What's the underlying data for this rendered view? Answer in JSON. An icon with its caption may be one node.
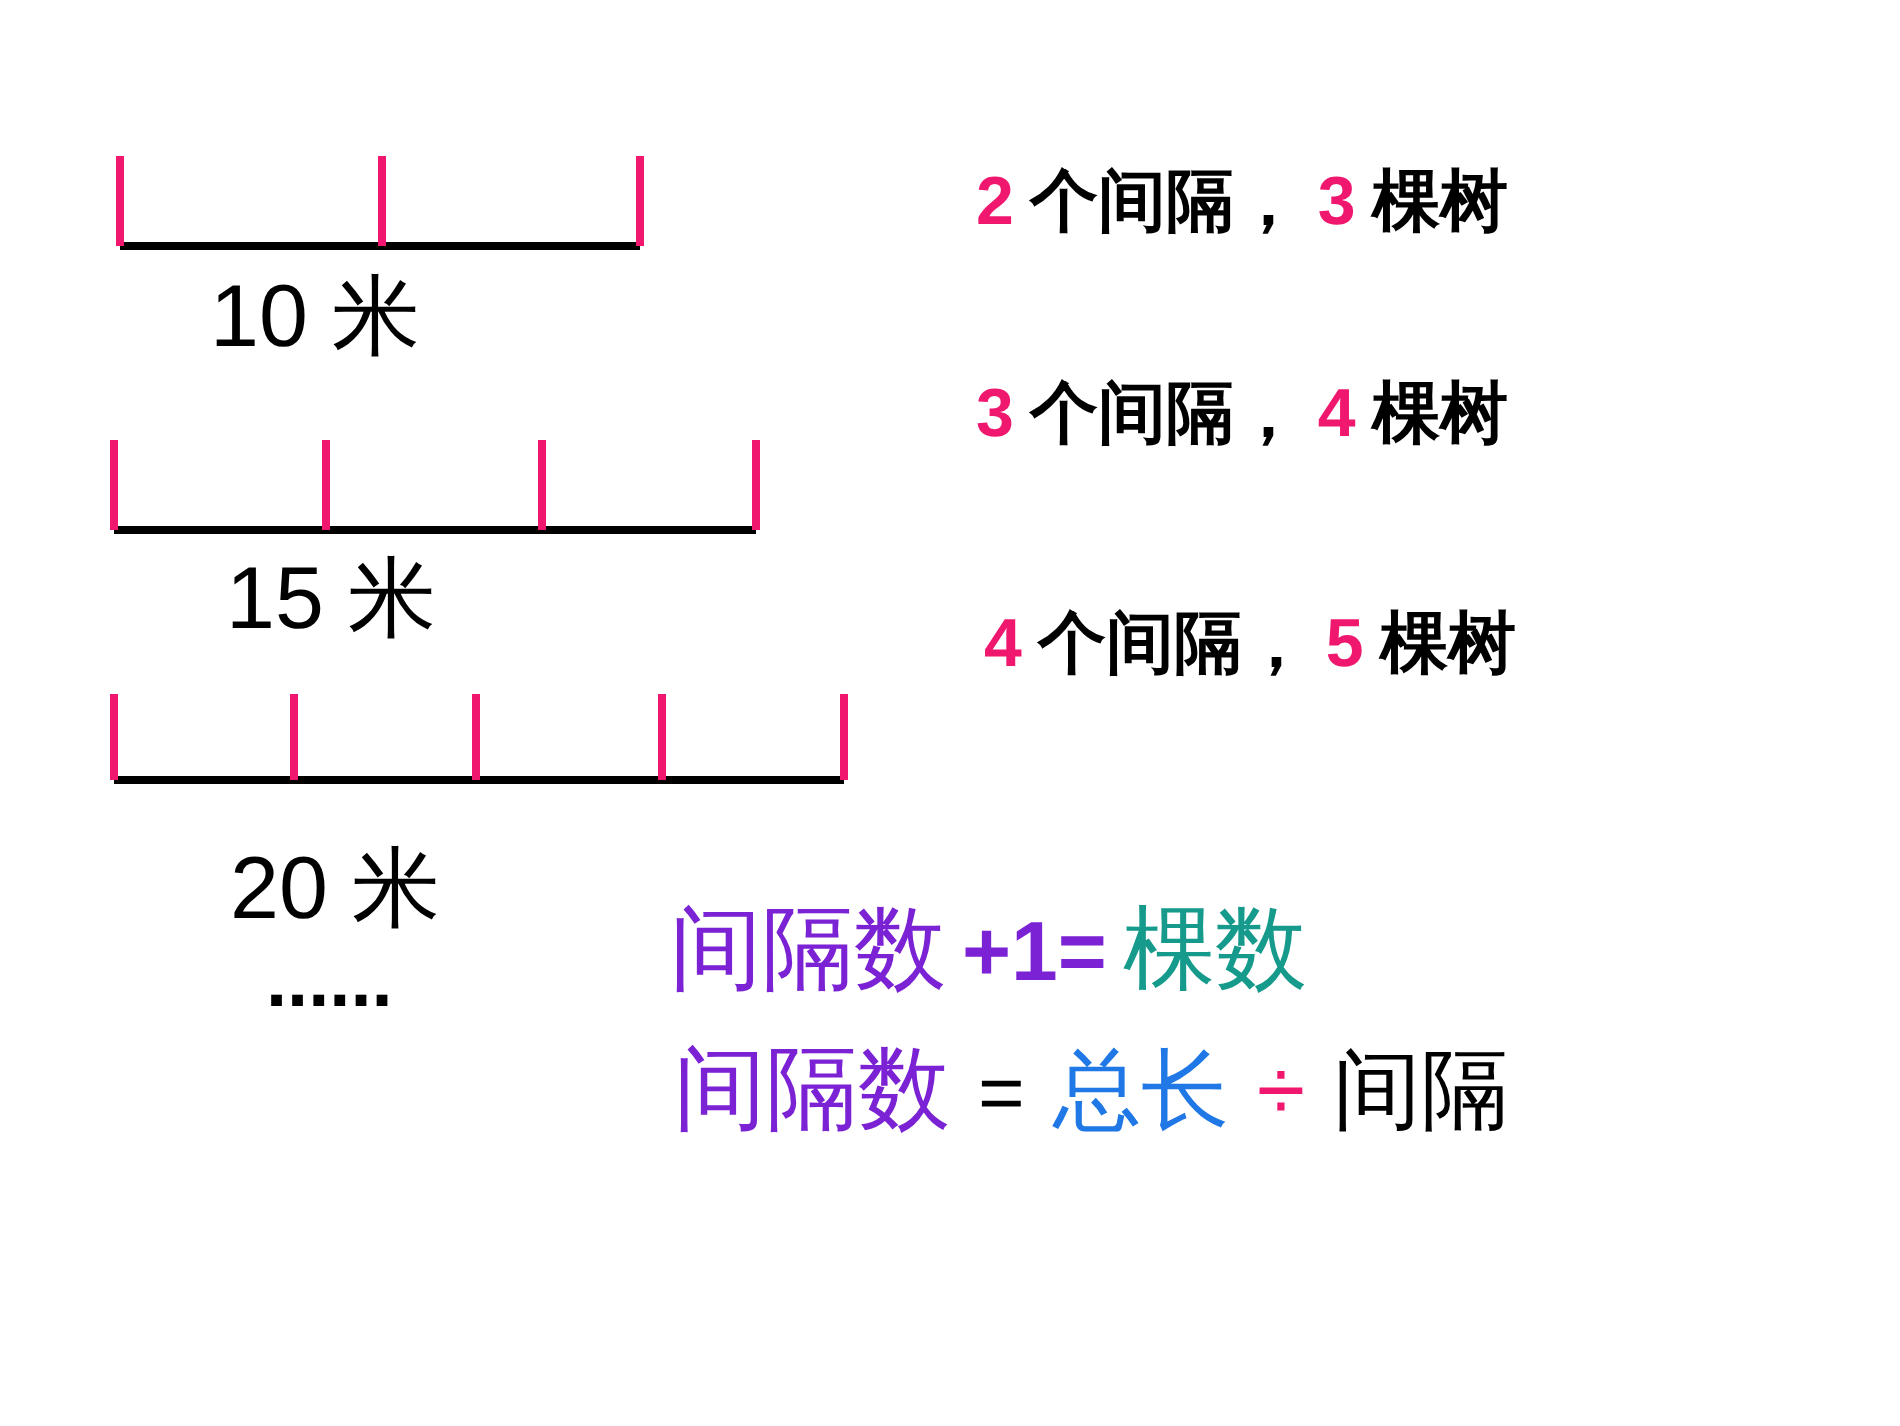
{
  "diagram": {
    "labels": [
      "10 米",
      "2",
      "个间隔，",
      "3",
      "棵树",
      "15 米",
      "3",
      "个间隔，",
      "4",
      "棵树",
      "20 米",
      "4",
      "个间隔，",
      "5",
      "棵树",
      "......",
      "间隔数",
      "+1=",
      "棵数",
      "间隔数",
      "=",
      "总长",
      "÷",
      "间隔"
    ]
  }
}
